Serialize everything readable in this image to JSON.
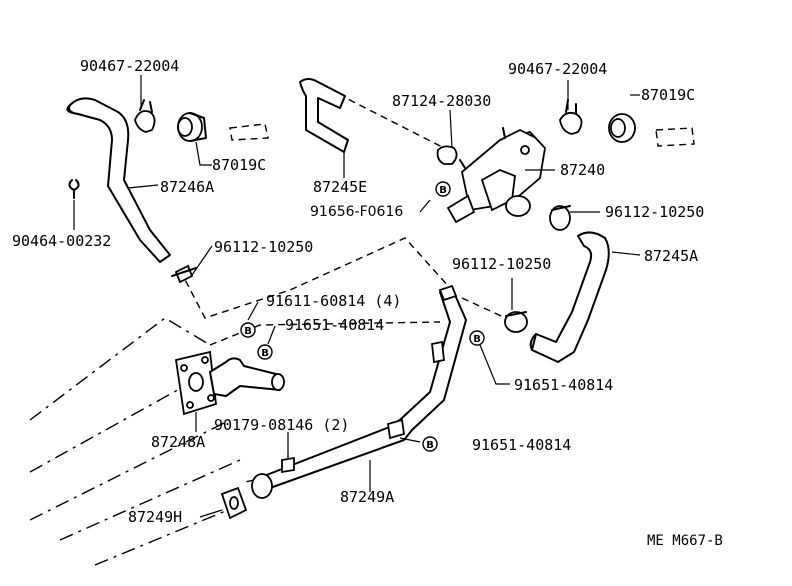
{
  "diagram": {
    "parts": {
      "clip_left_top": "90467-22004",
      "clip_right_top": "90467-22004",
      "grommet_left": "87019C",
      "grommet_right": "87019C",
      "hose_87246A": "87246A",
      "hose_87245E": "87245E",
      "clip_small": "90464-00232",
      "valve_screw": "87124-28030",
      "valve": "87240",
      "bolt_91656": "91656-F0616",
      "clamp_right": "96112-10250",
      "clamp_center": "96112-10250",
      "clamp_lower": "96112-10250",
      "hose_87245A": "87245A",
      "bolt_91611": "91611-60814 (4)",
      "bolt_91651_a": "91651-40814",
      "bolt_91651_b": "91651-40814",
      "bolt_91651_c": "91651-40814",
      "pipe_87248A": "87248A",
      "stud_90179": "90179-08146 (2)",
      "pipe_87249A": "87249A",
      "gasket_87249H": "87249H"
    },
    "b_marker": "B",
    "reference_code": "ME M667-B"
  }
}
